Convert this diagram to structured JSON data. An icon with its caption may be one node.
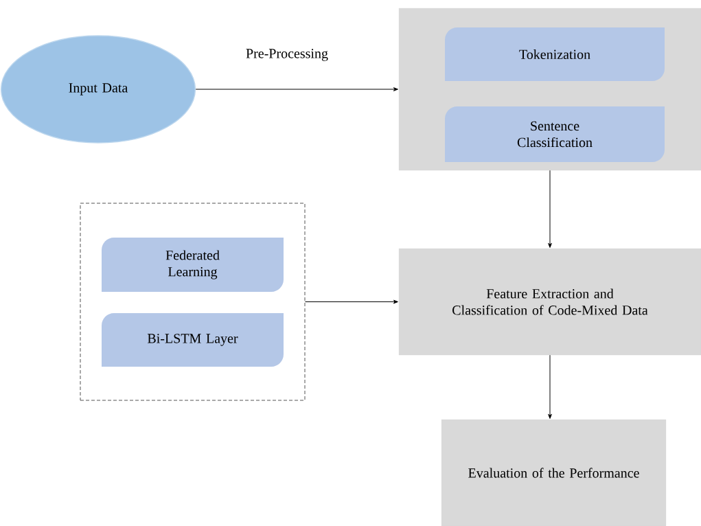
{
  "diagram": {
    "nodes": [
      {
        "text": [
          "Input Data"
        ]
      },
      {
        "text": [],
        "shape": "box"
      },
      {
        "text": [
          "Tokenization"
        ],
        "in": 1
      },
      {
        "text": [
          "Sentence Classification"
        ],
        "in": 1
      },
      {
        "text": [],
        "shape": "box"
      },
      {
        "text": [
          "Federated Learning"
        ],
        "in": 4
      },
      {
        "text": [
          "Bi-LSTM Layer"
        ],
        "in": 4
      },
      {
        "text": [
          "Feature Extraction and Classification of Code-Mixed Data"
        ]
      },
      {
        "text": [
          "Evaluation of the Performance"
        ]
      }
    ],
    "edges": [
      {
        "from": 0,
        "to": 1,
        "arrow": "to",
        "label": "Pre-Processing"
      },
      {
        "from": 1,
        "to": 7,
        "arrow": "to"
      },
      {
        "from": 4,
        "to": 7,
        "arrow": "to"
      },
      {
        "from": 7,
        "to": 8,
        "arrow": "to"
      }
    ]
  }
}
